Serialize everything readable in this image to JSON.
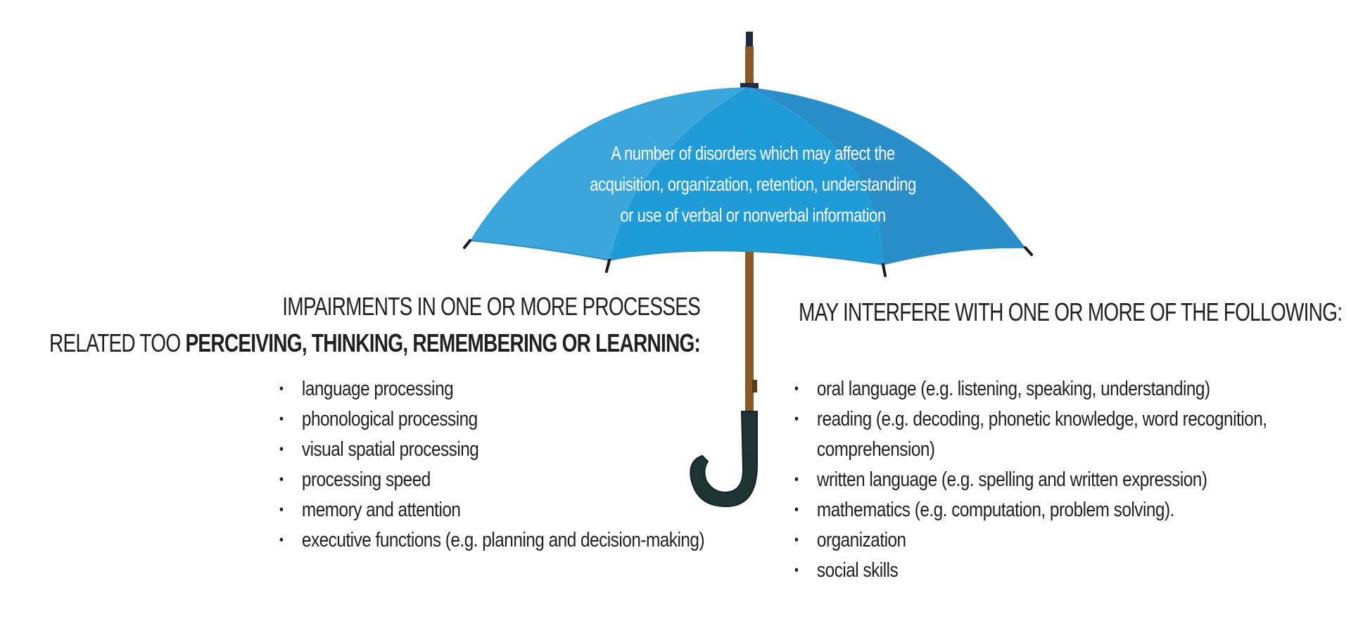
{
  "canopy": {
    "line1": "A number of disorders which may affect the",
    "line2": "acquisition, organization, retention, understanding",
    "line3": "or use of verbal or nonverbal information"
  },
  "left": {
    "heading_line1": "IMPAIRMENTS IN ONE OR MORE PROCESSES",
    "heading_line2_prefix": "RELATED TOO ",
    "heading_line2_bold": "PERCEIVING, THINKING, REMEMBERING OR LEARNING:",
    "items": [
      "language processing",
      "phonological processing",
      "visual spatial processing",
      "processing speed",
      "memory and attention",
      "executive functions (e.g. planning and decision-making)"
    ]
  },
  "right": {
    "heading": "MAY INTERFERE WITH ONE OR MORE OF THE FOLLOWING:",
    "items": [
      "oral language (e.g. listening, speaking, understanding)",
      "reading (e.g. decoding, phonetic knowledge, word recognition, comprehension)",
      "written language (e.g. spelling and written expression)",
      "mathematics (e.g. computation, problem solving).",
      "organization",
      "social skills"
    ]
  },
  "bullet_symbol": "•",
  "colors": {
    "canopy_light": "#3aa6dc",
    "canopy_mid": "#1e9bd8",
    "canopy_dark": "#2a8fc9",
    "shaft": "#8a5a24",
    "handle": "#1f3535",
    "tip": "#1f2a44",
    "text": "#231f20"
  },
  "icons": {
    "umbrella": "umbrella-icon"
  }
}
